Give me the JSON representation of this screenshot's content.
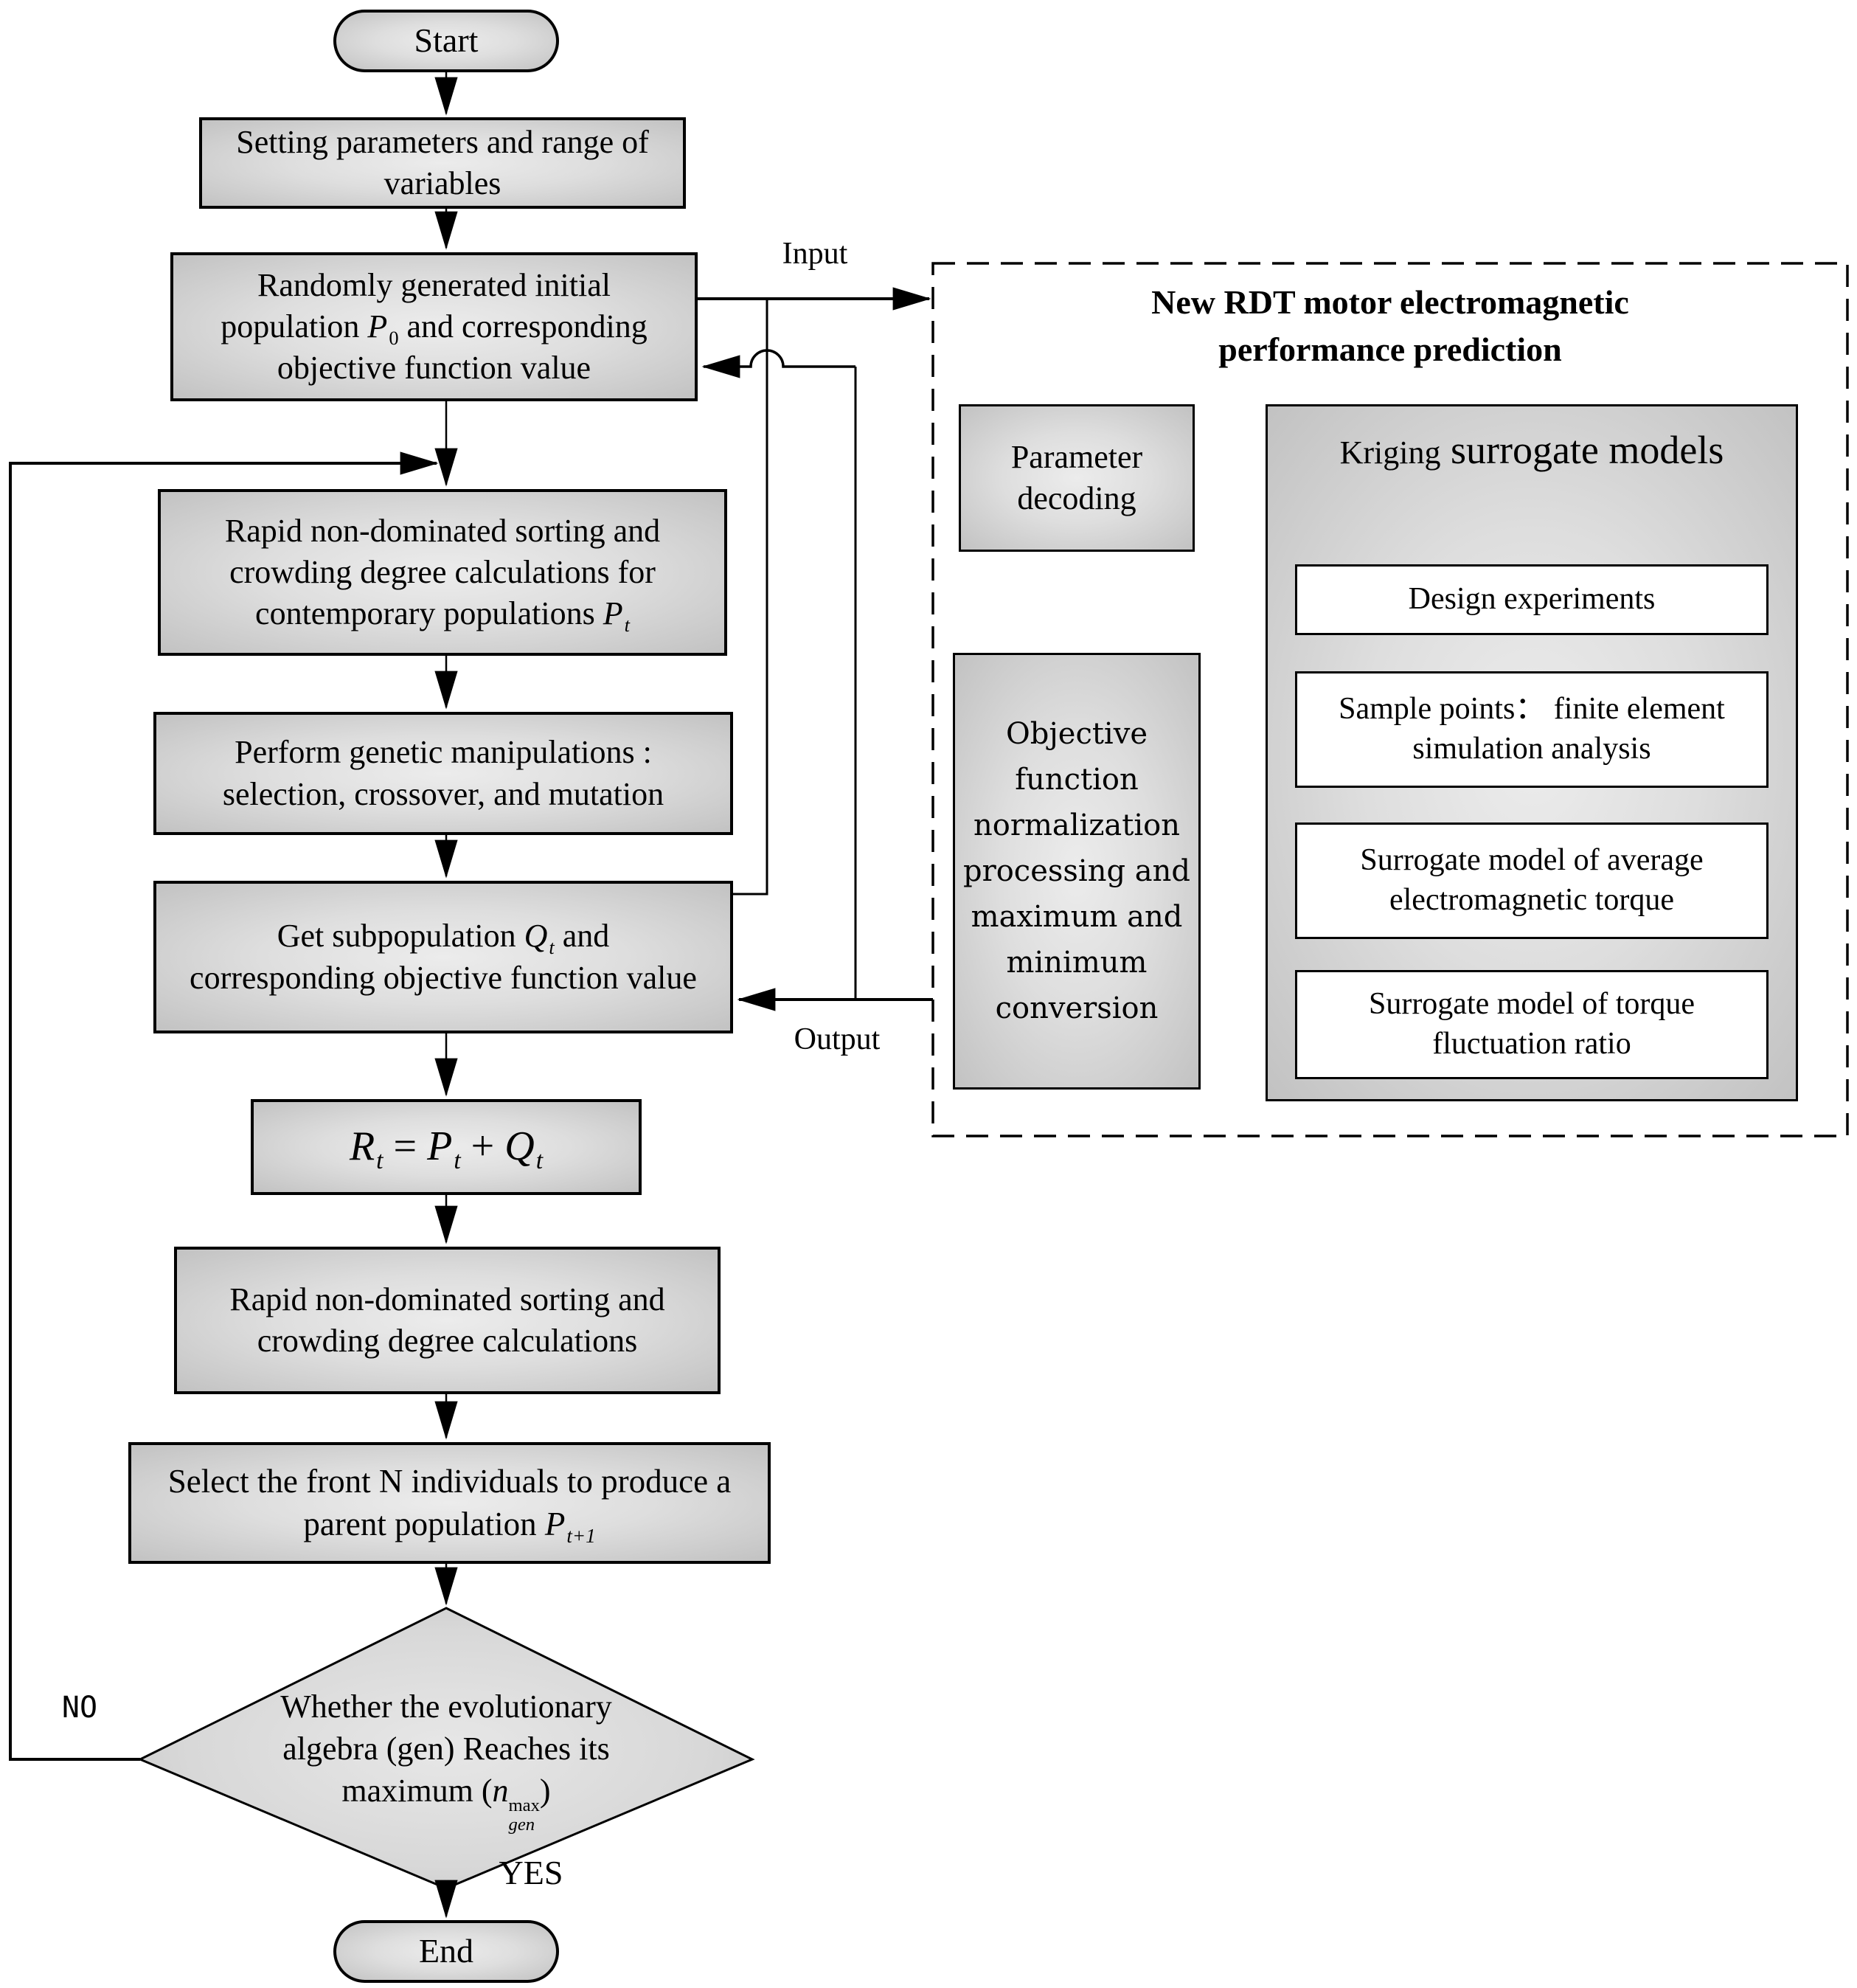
{
  "colors": {
    "node_fill_center": "#ececec",
    "node_fill_edge": "#c2c2c2",
    "border": "#000000",
    "white_box_fill": "#ffffff",
    "background": "#ffffff"
  },
  "flow": {
    "start_label": "Start",
    "setting": "Setting parameters and range of variables",
    "randomly": {
      "t1": "Randomly generated initial population ",
      "v": "P",
      "s": "0",
      "t2": " and  corresponding objective function value"
    },
    "rapid1": {
      "t1": "Rapid non-dominated sorting and crowding degree calculations for contemporary populations ",
      "v": "P",
      "s": "t"
    },
    "perform": "Perform genetic manipulations : selection, crossover, and mutation",
    "subpop": {
      "t1": "Get subpopulation ",
      "v": "Q",
      "s": "t",
      "t2": " and corresponding objective function value"
    },
    "formula": {
      "v1": "R",
      "s1": "t",
      "op1": " = ",
      "v2": "P",
      "s2": "t",
      "op2": " + ",
      "v3": "Q",
      "s3": "t"
    },
    "rapid2": "Rapid non-dominated sorting and crowding degree calculations",
    "select": {
      "t1": "Select the front N individuals to produce a parent population ",
      "v": "P",
      "s": "t+1"
    },
    "decision": {
      "t1": "Whether the evolutionary algebra (gen) Reaches its maximum (",
      "v": "n",
      "sup": "max",
      "sub": "gen",
      "t2": ")"
    },
    "end_label": "End",
    "labels": {
      "input": "Input",
      "output": "Output",
      "no": "NO",
      "yes": "YES"
    }
  },
  "panel": {
    "title": "New RDT motor electromagnetic performance prediction",
    "parameter_decoding": "Parameter decoding",
    "objective_processing": "Objective function normalization processing and maximum and minimum conversion",
    "kriging": {
      "title_a": "Kriging",
      "title_b": "surrogate models",
      "items": [
        "Design experiments",
        "Sample points：  finite element simulation analysis",
        "Surrogate model of average electromagnetic torque",
        "Surrogate model of torque fluctuation ratio"
      ]
    }
  }
}
